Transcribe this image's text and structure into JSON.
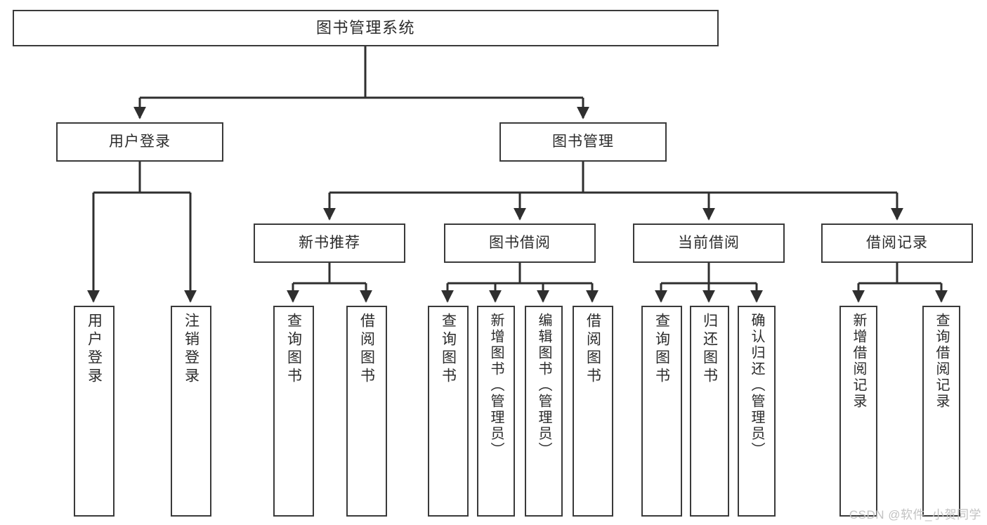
{
  "diagram": {
    "title": "图书管理系统",
    "type": "tree",
    "root": {
      "label": "图书管理系统"
    },
    "level2": [
      {
        "label": "用户登录"
      },
      {
        "label": "图书管理"
      }
    ],
    "level3": [
      {
        "label": "新书推荐"
      },
      {
        "label": "图书借阅"
      },
      {
        "label": "当前借阅"
      },
      {
        "label": "借阅记录"
      }
    ],
    "leaves": {
      "user_login": [
        {
          "label": "用户登录"
        },
        {
          "label": "注销登录"
        }
      ],
      "new_book": [
        {
          "label": "查询图书"
        },
        {
          "label": "借阅图书"
        }
      ],
      "book_borrow": [
        {
          "label": "查询图书"
        },
        {
          "label": "新增图书（管理员）"
        },
        {
          "label": "编辑图书（管理员）"
        },
        {
          "label": "借阅图书"
        }
      ],
      "current_borrow": [
        {
          "label": "查询图书"
        },
        {
          "label": "归还图书"
        },
        {
          "label": "确认归还（管理员）"
        }
      ],
      "borrow_record": [
        {
          "label": "新增借阅记录"
        },
        {
          "label": "查询借阅记录"
        }
      ]
    }
  },
  "watermark": {
    "text": "CSDN @软件_小贺同学"
  },
  "colors": {
    "box_border": "#3a3a3a",
    "box_fill": "#ffffff",
    "text": "#2b2b2b",
    "connector": "#2f2f2f",
    "watermark": "#c2c2c2",
    "background": "#ffffff"
  }
}
